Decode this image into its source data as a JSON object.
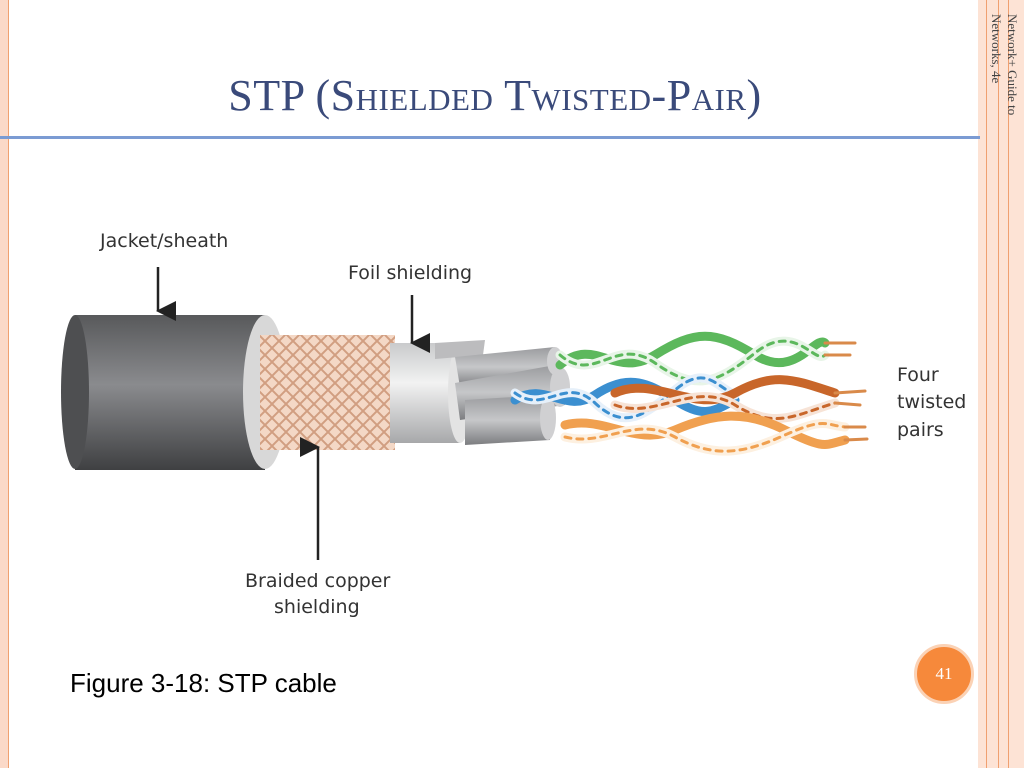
{
  "slide": {
    "title": "STP (Shielded Twisted-Pair)",
    "side_note_line1": "Network+ Guide to",
    "side_note_line2": "Networks, 4e",
    "caption": "Figure 3-18: STP cable",
    "page_number": "41"
  },
  "diagram": {
    "labels": {
      "jacket": "Jacket/sheath",
      "foil": "Foil shielding",
      "braid_line1": "Braided copper",
      "braid_line2": "shielding",
      "pairs_line1": "Four",
      "pairs_line2": "twisted",
      "pairs_line3": "pairs"
    }
  },
  "colors": {
    "title": "#3a4a7a",
    "accent_rule": "#7b9bd3",
    "page_badge": "#f6893b",
    "jacket": "#6d6e71",
    "braid": "#e8b89a",
    "wire_green": "#5cb85c",
    "wire_blue": "#3b8fd0",
    "wire_orange": "#f0a050",
    "wire_brown": "#c8662a"
  }
}
